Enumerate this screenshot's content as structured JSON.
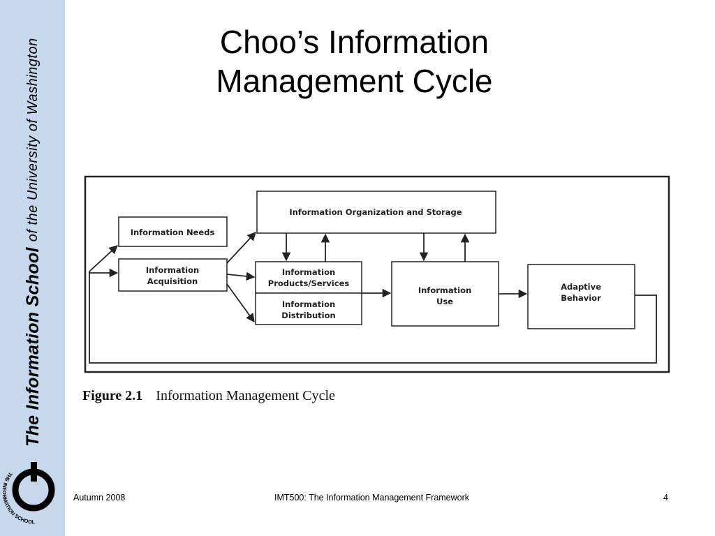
{
  "sidebar": {
    "brand_bold": "The Information School",
    "brand_rest": "of  the University of  Washington",
    "logo_text": "THE INFORMATION SCHOOL"
  },
  "slide": {
    "title_line1": "Choo’s Information",
    "title_line2": "Management Cycle"
  },
  "diagram": {
    "boxes": {
      "needs": "Information Needs",
      "acquisition_1": "Information",
      "acquisition_2": "Acquisition",
      "organization": "Information Organization and Storage",
      "products_1": "Information",
      "products_2": "Products/Services",
      "distribution_1": "Information",
      "distribution_2": "Distribution",
      "use_1": "Information",
      "use_2": "Use",
      "adaptive_1": "Adaptive",
      "adaptive_2": "Behavior"
    },
    "caption_number": "Figure 2.1",
    "caption_text": "Information Management Cycle"
  },
  "footer": {
    "left": "Autumn 2008",
    "center": "IMT500:  The Information Management Framework",
    "right": "4"
  },
  "colors": {
    "sidebar": "#c8d8ec",
    "ink": "#222222"
  }
}
